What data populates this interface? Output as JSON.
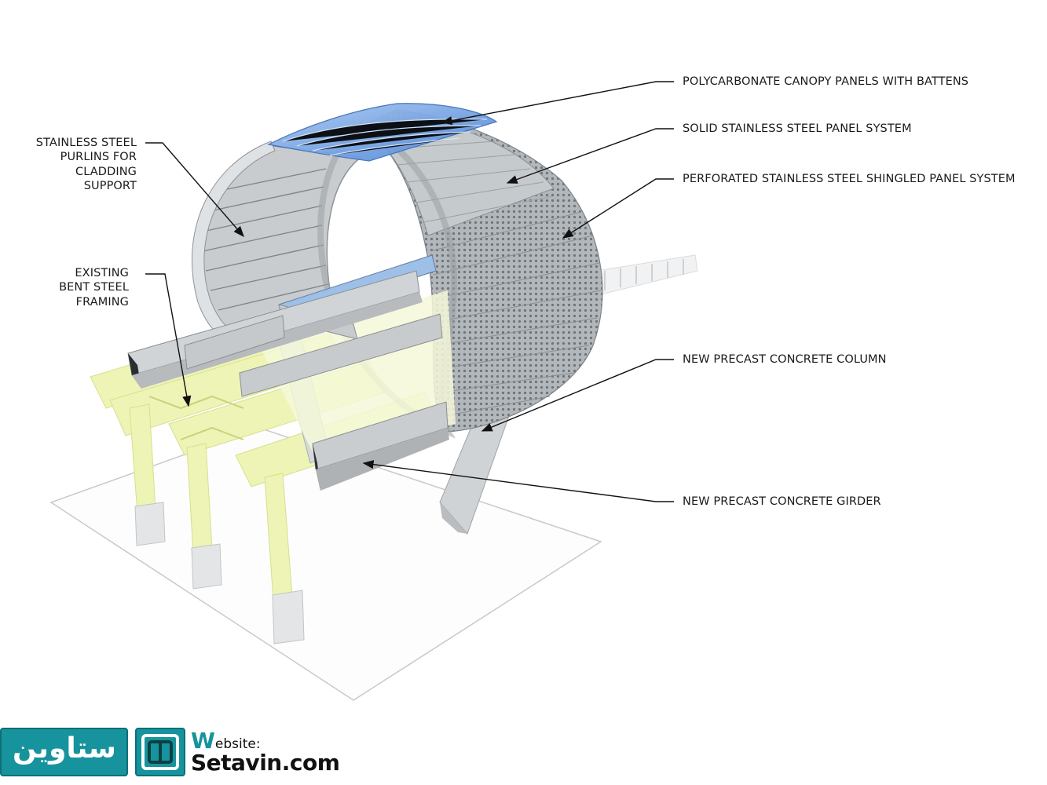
{
  "labels": {
    "canopy": "POLYCARBONATE CANOPY PANELS WITH BATTENS",
    "solid_panel": "SOLID STAINLESS STEEL PANEL SYSTEM",
    "perforated_panel": "PERFORATED STAINLESS STEEL SHINGLED PANEL SYSTEM",
    "column": "NEW PRECAST CONCRETE COLUMN",
    "girder": "NEW PRECAST CONCRETE GIRDER",
    "purlins": [
      "STAINLESS STEEL",
      "PURLINS FOR",
      "CLADDING",
      "SUPPORT"
    ],
    "bent_framing": [
      "EXISTING",
      "BENT STEEL",
      "FRAMING"
    ]
  },
  "watermark": {
    "arabic": "ستاوین",
    "site_initial": "W",
    "site_label_rest": "ebsite:",
    "url": "Setavin.com"
  },
  "colors": {
    "concrete": "#cfd3d6",
    "steel_panel": "#c5cacd",
    "perforated": "#a9aeb2",
    "canopy": "#6d9fe0",
    "existing_framing": "#eef4b6",
    "brand": "#17939d"
  }
}
